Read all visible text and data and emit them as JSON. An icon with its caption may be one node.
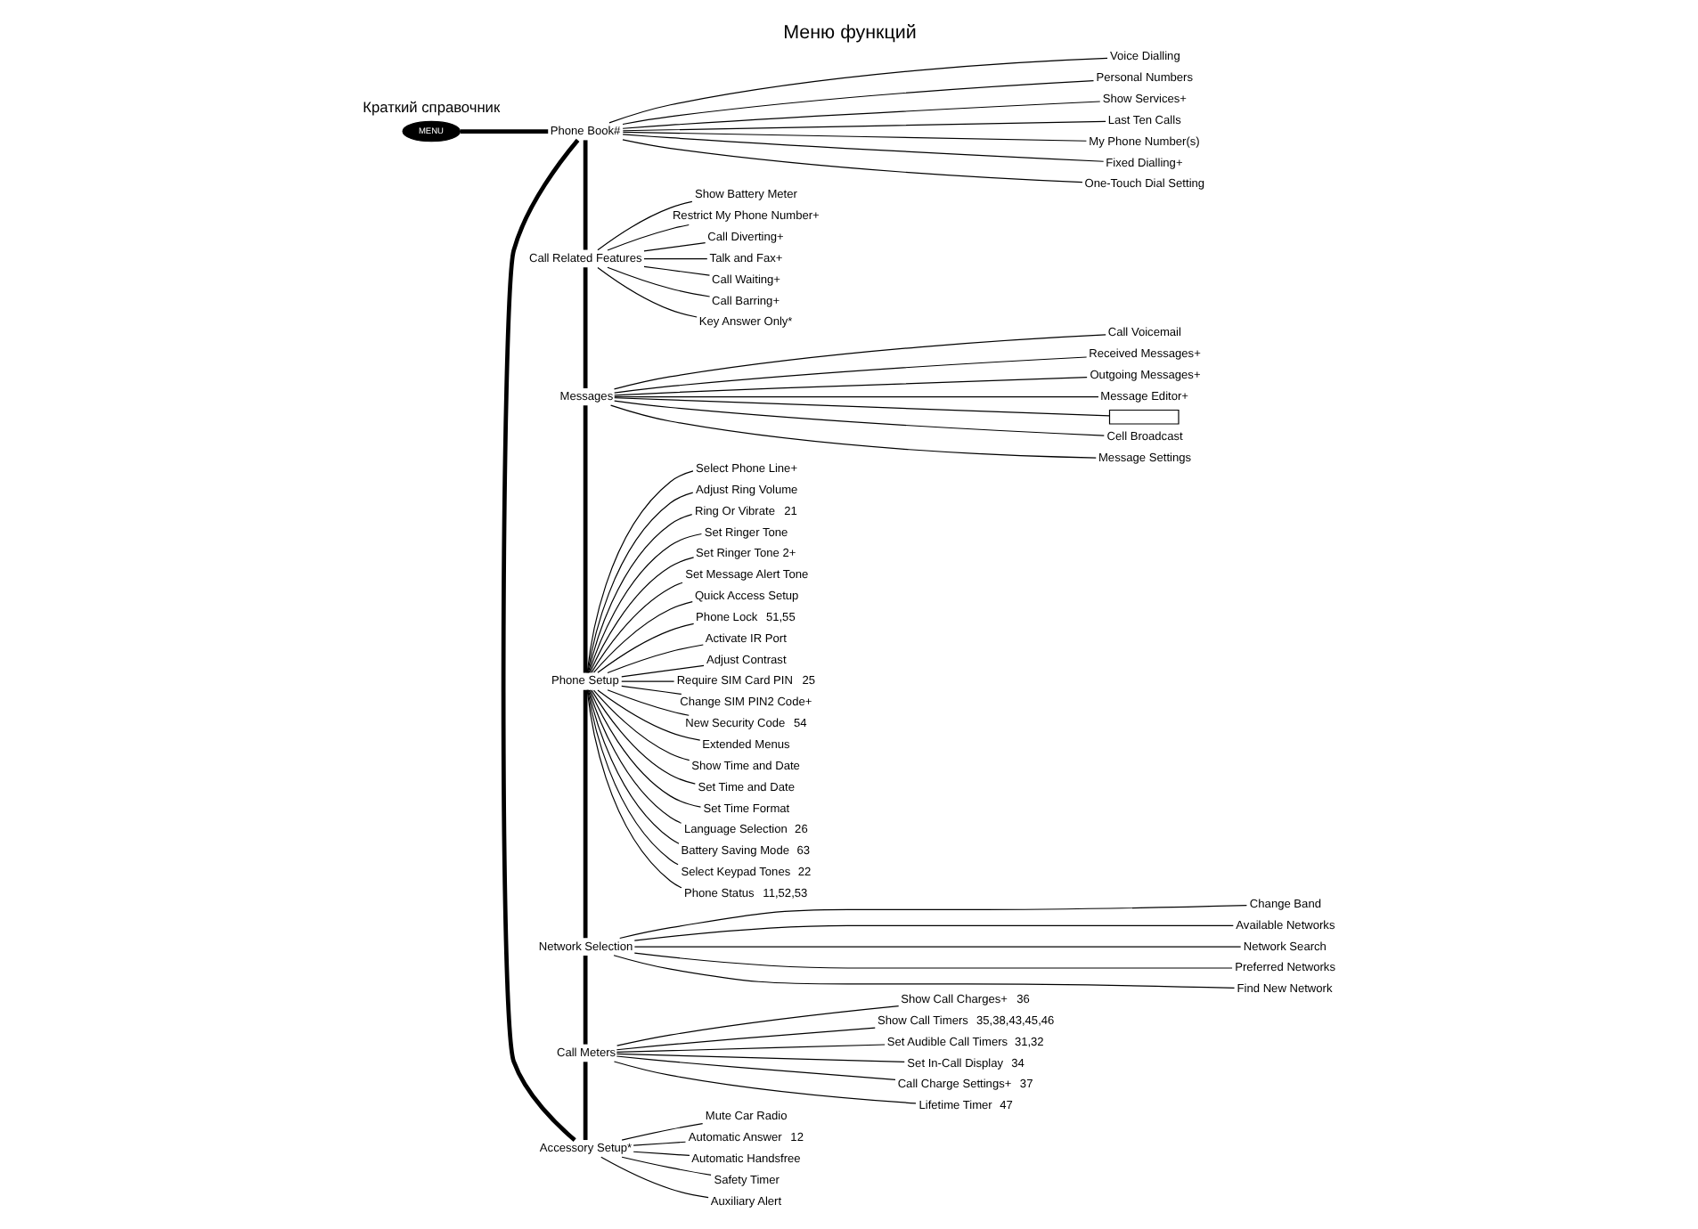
{
  "diagram": {
    "title": "Меню функций",
    "caption": "Краткий справочник",
    "nodes": [
      {
        "text": [
          "MENU"
        ]
      },
      {
        "text": [
          "Phone Book#"
        ]
      },
      {
        "text": [
          "Voice Dialling"
        ]
      },
      {
        "text": [
          "Personal Numbers"
        ]
      },
      {
        "text": [
          "Show Services+"
        ]
      },
      {
        "text": [
          "Last Ten Calls"
        ]
      },
      {
        "text": [
          "My Phone Number(s)"
        ]
      },
      {
        "text": [
          "Fixed Dialling+"
        ]
      },
      {
        "text": [
          "One-Touch Dial Setting"
        ]
      },
      {
        "text": [
          "Call Related Features"
        ]
      },
      {
        "text": [
          "Show Battery Meter"
        ]
      },
      {
        "text": [
          "Restrict My Phone Number+"
        ]
      },
      {
        "text": [
          "Call Diverting+"
        ]
      },
      {
        "text": [
          "Talk and Fax+"
        ]
      },
      {
        "text": [
          "Call Waiting+"
        ]
      },
      {
        "text": [
          "Call Barring+"
        ]
      },
      {
        "text": [
          "Key Answer Only*"
        ]
      },
      {
        "text": [
          "Messages"
        ]
      },
      {
        "text": [
          "Call Voicemail"
        ]
      },
      {
        "text": [
          "Received Messages+"
        ]
      },
      {
        "text": [
          "Outgoing Messages+"
        ]
      },
      {
        "text": [
          "Message Editor+"
        ]
      },
      {
        "text": [],
        "shape": "box"
      },
      {
        "text": [
          "Cell Broadcast"
        ]
      },
      {
        "text": [
          "Message Settings"
        ]
      },
      {
        "text": [
          "Phone Setup"
        ]
      },
      {
        "text": [
          "Select Phone Line+"
        ]
      },
      {
        "text": [
          "Adjust Ring Volume"
        ]
      },
      {
        "text": [
          "Ring Or Vibrate"
        ],
        "beside": [
          "21"
        ]
      },
      {
        "text": [
          "Set Ringer Tone"
        ]
      },
      {
        "text": [
          "Set Ringer Tone 2+"
        ]
      },
      {
        "text": [
          "Set Message Alert Tone"
        ]
      },
      {
        "text": [
          "Quick Access Setup"
        ]
      },
      {
        "text": [
          "Phone Lock"
        ],
        "beside": [
          "51,55"
        ]
      },
      {
        "text": [
          "Activate IR Port"
        ]
      },
      {
        "text": [
          "Adjust Contrast"
        ]
      },
      {
        "text": [
          "Require SIM Card PIN"
        ],
        "beside": [
          "25"
        ]
      },
      {
        "text": [
          "Change SIM PIN2 Code+"
        ]
      },
      {
        "text": [
          "New Security Code"
        ],
        "beside": [
          "54"
        ]
      },
      {
        "text": [
          "Extended Menus"
        ]
      },
      {
        "text": [
          "Show Time and Date"
        ]
      },
      {
        "text": [
          "Set Time and Date"
        ]
      },
      {
        "text": [
          "Set Time Format"
        ]
      },
      {
        "text": [
          "Language Selection"
        ],
        "beside": [
          "26"
        ]
      },
      {
        "text": [
          "Battery Saving Mode"
        ],
        "beside": [
          "63"
        ]
      },
      {
        "text": [
          "Select Keypad Tones"
        ],
        "beside": [
          "22"
        ]
      },
      {
        "text": [
          "Phone Status"
        ],
        "beside": [
          "11,52,53"
        ]
      },
      {
        "text": [
          "Network Selection"
        ]
      },
      {
        "text": [
          "Change Band"
        ]
      },
      {
        "text": [
          "Available Networks"
        ]
      },
      {
        "text": [
          "Network Search"
        ]
      },
      {
        "text": [
          "Preferred Networks"
        ]
      },
      {
        "text": [
          "Find New Network"
        ]
      },
      {
        "text": [
          "Call Meters"
        ]
      },
      {
        "text": [
          "Show Call Charges+"
        ],
        "beside": [
          "36"
        ]
      },
      {
        "text": [
          "Show Call Timers"
        ],
        "beside": [
          "35,38,43,45,46"
        ]
      },
      {
        "text": [
          "Set Audible Call Timers"
        ],
        "beside": [
          "31,32"
        ]
      },
      {
        "text": [
          "Set In-Call Display"
        ],
        "beside": [
          "34"
        ]
      },
      {
        "text": [
          "Call Charge Settings+"
        ],
        "beside": [
          "37"
        ]
      },
      {
        "text": [
          "Lifetime Timer"
        ],
        "beside": [
          "47"
        ]
      },
      {
        "text": [
          "Accessory Setup*"
        ]
      },
      {
        "text": [
          "Mute Car Radio"
        ]
      },
      {
        "text": [
          "Automatic Answer"
        ],
        "beside": [
          "12"
        ]
      },
      {
        "text": [
          "Automatic Handsfree"
        ]
      },
      {
        "text": [
          "Safety Timer"
        ]
      },
      {
        "text": [
          "Auxiliary Alert"
        ]
      }
    ],
    "edges": [
      {
        "from": 0,
        "to": 1,
        "arrow": "none",
        "style": "thick"
      },
      {
        "from": 1,
        "to": 9,
        "arrow": "none",
        "style": "thick"
      },
      {
        "from": 9,
        "to": 17,
        "arrow": "none",
        "style": "thick"
      },
      {
        "from": 17,
        "to": 25,
        "arrow": "none",
        "style": "thick"
      },
      {
        "from": 25,
        "to": 47,
        "arrow": "none",
        "style": "thick"
      },
      {
        "from": 47,
        "to": 53,
        "arrow": "none",
        "style": "thick"
      },
      {
        "from": 53,
        "to": 60,
        "arrow": "none",
        "style": "thick"
      },
      {
        "from": 60,
        "to": 1,
        "arrow": "none",
        "style": "thick"
      },
      {
        "from": 1,
        "to": 2,
        "arrow": "none"
      },
      {
        "from": 1,
        "to": 3,
        "arrow": "none"
      },
      {
        "from": 1,
        "to": 4,
        "arrow": "none"
      },
      {
        "from": 1,
        "to": 5,
        "arrow": "none"
      },
      {
        "from": 1,
        "to": 6,
        "arrow": "none"
      },
      {
        "from": 1,
        "to": 7,
        "arrow": "none"
      },
      {
        "from": 1,
        "to": 8,
        "arrow": "none"
      },
      {
        "from": 9,
        "to": 10,
        "arrow": "none"
      },
      {
        "from": 9,
        "to": 11,
        "arrow": "none"
      },
      {
        "from": 9,
        "to": 12,
        "arrow": "none"
      },
      {
        "from": 9,
        "to": 13,
        "arrow": "none"
      },
      {
        "from": 9,
        "to": 14,
        "arrow": "none"
      },
      {
        "from": 9,
        "to": 15,
        "arrow": "none"
      },
      {
        "from": 9,
        "to": 16,
        "arrow": "none"
      },
      {
        "from": 17,
        "to": 18,
        "arrow": "none"
      },
      {
        "from": 17,
        "to": 19,
        "arrow": "none"
      },
      {
        "from": 17,
        "to": 20,
        "arrow": "none"
      },
      {
        "from": 17,
        "to": 21,
        "arrow": "none"
      },
      {
        "from": 17,
        "to": 22,
        "arrow": "none"
      },
      {
        "from": 17,
        "to": 23,
        "arrow": "none"
      },
      {
        "from": 17,
        "to": 24,
        "arrow": "none"
      },
      {
        "from": 25,
        "to": 26,
        "arrow": "none"
      },
      {
        "from": 25,
        "to": 27,
        "arrow": "none"
      },
      {
        "from": 25,
        "to": 28,
        "arrow": "none"
      },
      {
        "from": 25,
        "to": 29,
        "arrow": "none"
      },
      {
        "from": 25,
        "to": 30,
        "arrow": "none"
      },
      {
        "from": 25,
        "to": 31,
        "arrow": "none"
      },
      {
        "from": 25,
        "to": 32,
        "arrow": "none"
      },
      {
        "from": 25,
        "to": 33,
        "arrow": "none"
      },
      {
        "from": 25,
        "to": 34,
        "arrow": "none"
      },
      {
        "from": 25,
        "to": 35,
        "arrow": "none"
      },
      {
        "from": 25,
        "to": 36,
        "arrow": "none"
      },
      {
        "from": 25,
        "to": 37,
        "arrow": "none"
      },
      {
        "from": 25,
        "to": 38,
        "arrow": "none"
      },
      {
        "from": 25,
        "to": 39,
        "arrow": "none"
      },
      {
        "from": 25,
        "to": 40,
        "arrow": "none"
      },
      {
        "from": 25,
        "to": 41,
        "arrow": "none"
      },
      {
        "from": 25,
        "to": 42,
        "arrow": "none"
      },
      {
        "from": 25,
        "to": 43,
        "arrow": "none"
      },
      {
        "from": 25,
        "to": 44,
        "arrow": "none"
      },
      {
        "from": 25,
        "to": 45,
        "arrow": "none"
      },
      {
        "from": 25,
        "to": 46,
        "arrow": "none"
      },
      {
        "from": 47,
        "to": 48,
        "arrow": "none"
      },
      {
        "from": 47,
        "to": 49,
        "arrow": "none"
      },
      {
        "from": 47,
        "to": 50,
        "arrow": "none"
      },
      {
        "from": 47,
        "to": 51,
        "arrow": "none"
      },
      {
        "from": 47,
        "to": 52,
        "arrow": "none"
      },
      {
        "from": 53,
        "to": 54,
        "arrow": "none"
      },
      {
        "from": 53,
        "to": 55,
        "arrow": "none"
      },
      {
        "from": 53,
        "to": 56,
        "arrow": "none"
      },
      {
        "from": 53,
        "to": 57,
        "arrow": "none"
      },
      {
        "from": 53,
        "to": 58,
        "arrow": "none"
      },
      {
        "from": 53,
        "to": 59,
        "arrow": "none"
      },
      {
        "from": 60,
        "to": 61,
        "arrow": "none"
      },
      {
        "from": 60,
        "to": 62,
        "arrow": "none"
      },
      {
        "from": 60,
        "to": 63,
        "arrow": "none"
      },
      {
        "from": 60,
        "to": 64,
        "arrow": "none"
      },
      {
        "from": 60,
        "to": 65,
        "arrow": "none"
      }
    ]
  }
}
